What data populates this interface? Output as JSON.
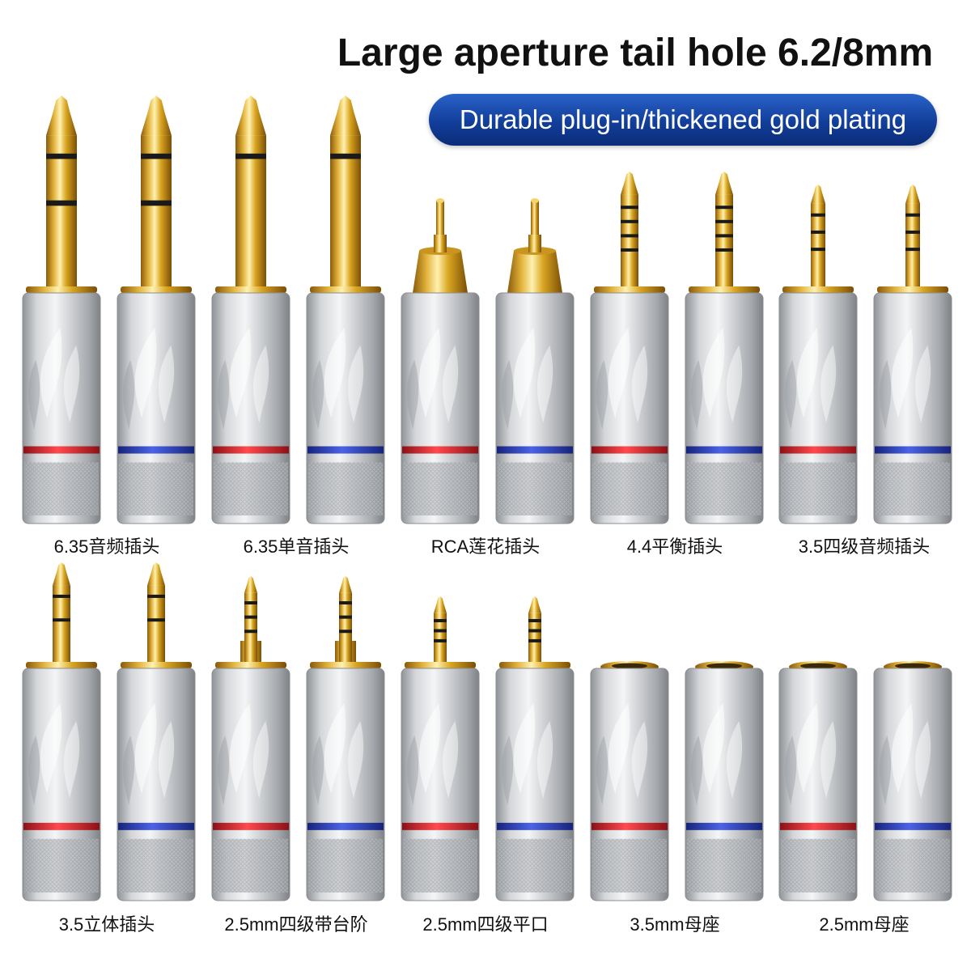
{
  "header": {
    "title": "Large aperture tail hole 6.2/8mm",
    "subtitle": "Durable plug-in/thickened gold plating"
  },
  "row1": {
    "labels": [
      "6.35音频插头",
      "6.35单音插头",
      "RCA莲花插头",
      "4.4平衡插头",
      "3.5四级音频插头"
    ]
  },
  "row2": {
    "labels": [
      "3.5立体插头",
      "2.5mm四级带台阶",
      "2.5mm四级平口",
      "3.5mm母座",
      "2.5mm母座"
    ]
  },
  "colors": {
    "ring_red": "#d8232a",
    "ring_blue": "#2a3fb8",
    "gold": "#d9a520",
    "silver": "#c9cbce",
    "pill_blue": "#123e9a"
  },
  "connectors": {
    "row1": [
      "6.35 stereo plug",
      "6.35 stereo plug",
      "6.35 mono plug",
      "6.35 mono plug",
      "RCA plug",
      "RCA plug",
      "4.4 balanced plug",
      "4.4 balanced plug",
      "3.5 4-pole plug",
      "3.5 4-pole plug"
    ],
    "row2": [
      "3.5 stereo plug",
      "3.5 stereo plug",
      "2.5 4-pole stepped plug",
      "2.5 4-pole stepped plug",
      "2.5 4-pole flat plug",
      "2.5 4-pole flat plug",
      "3.5mm female socket",
      "3.5mm female socket",
      "2.5mm female socket",
      "2.5mm female socket"
    ],
    "ring_colors": [
      "red",
      "blue",
      "red",
      "blue",
      "red",
      "blue",
      "red",
      "blue",
      "red",
      "blue"
    ]
  }
}
